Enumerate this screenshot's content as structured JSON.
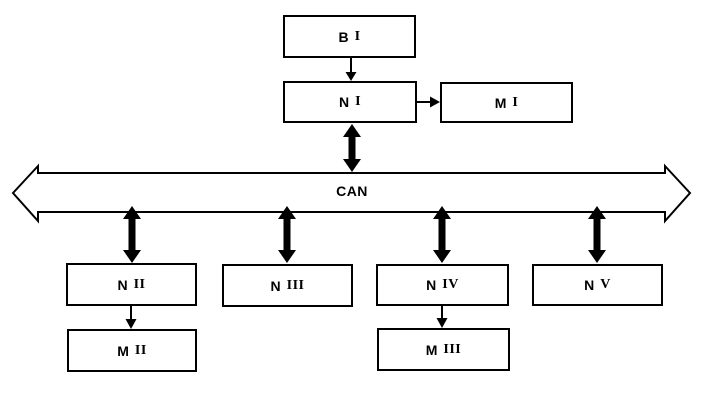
{
  "diagram": {
    "bus": {
      "label": "CAN"
    },
    "nodes": {
      "bi": {
        "letter": "B",
        "numeral": "I",
        "label": "B I"
      },
      "ni": {
        "letter": "N",
        "numeral": "I",
        "label": "N I"
      },
      "mi": {
        "letter": "M",
        "numeral": "I",
        "label": "M I"
      },
      "nii": {
        "letter": "N",
        "numeral": "II",
        "label": "N II"
      },
      "niii": {
        "letter": "N",
        "numeral": "III",
        "label": "N III"
      },
      "niv": {
        "letter": "N",
        "numeral": "IV",
        "label": "N IV"
      },
      "nv": {
        "letter": "N",
        "numeral": "V",
        "label": "N V"
      },
      "mii": {
        "letter": "M",
        "numeral": "II",
        "label": "M II"
      },
      "miii": {
        "letter": "M",
        "numeral": "III",
        "label": "M III"
      }
    },
    "edges": [
      {
        "from": "B I",
        "to": "N I",
        "type": "thin-arrow"
      },
      {
        "from": "N I",
        "to": "M I",
        "type": "thin-arrow"
      },
      {
        "from": "N I",
        "to": "CAN",
        "type": "thick-double-arrow"
      },
      {
        "from": "CAN",
        "to": "N II",
        "type": "thick-double-arrow"
      },
      {
        "from": "CAN",
        "to": "N III",
        "type": "thick-double-arrow"
      },
      {
        "from": "CAN",
        "to": "N IV",
        "type": "thick-double-arrow"
      },
      {
        "from": "CAN",
        "to": "N V",
        "type": "thick-double-arrow"
      },
      {
        "from": "N II",
        "to": "M II",
        "type": "thin-arrow"
      },
      {
        "from": "N IV",
        "to": "M III",
        "type": "thin-arrow"
      }
    ],
    "colors": {
      "line": "#000000",
      "background": "#ffffff",
      "box_fill": "#ffffff"
    }
  }
}
